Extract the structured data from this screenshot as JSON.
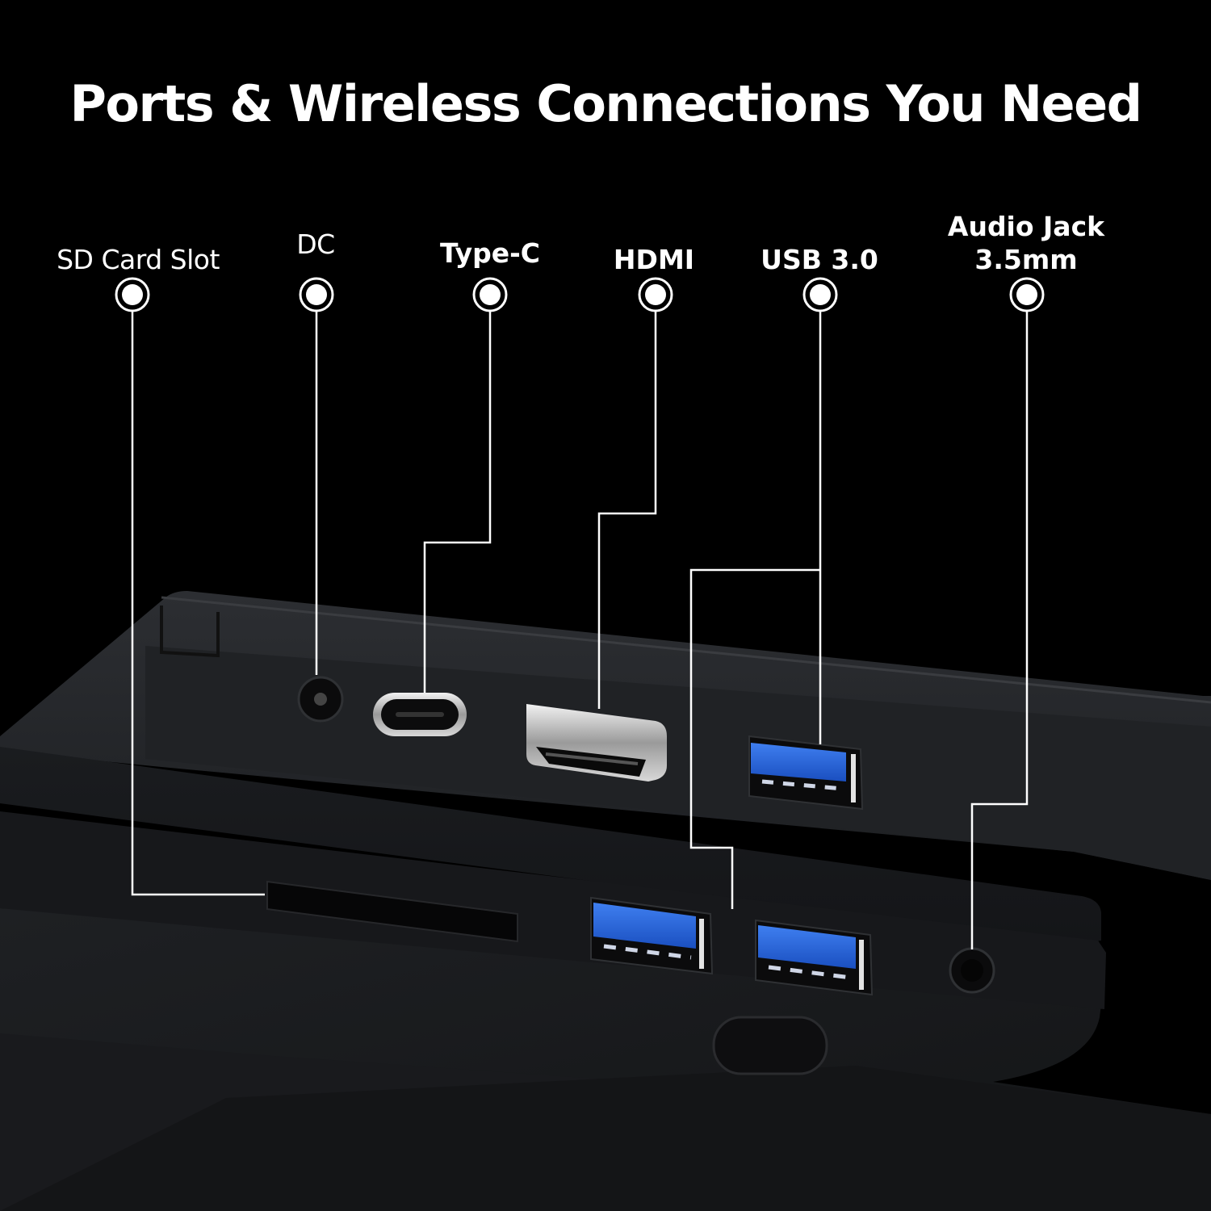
{
  "title": "Ports & Wireless Connections You Need",
  "labels": {
    "sd_card_slot": "SD Card Slot",
    "dc": "DC",
    "type_c": "Type-C",
    "hdmi": "HDMI",
    "usb30": "USB 3.0",
    "audio_line1": "Audio Jack",
    "audio_line2": "3.5mm"
  },
  "colors": {
    "background": "#000000",
    "text": "#ffffff",
    "device_body": "#1c1e21",
    "usb_blue": "#1f5fd6"
  }
}
